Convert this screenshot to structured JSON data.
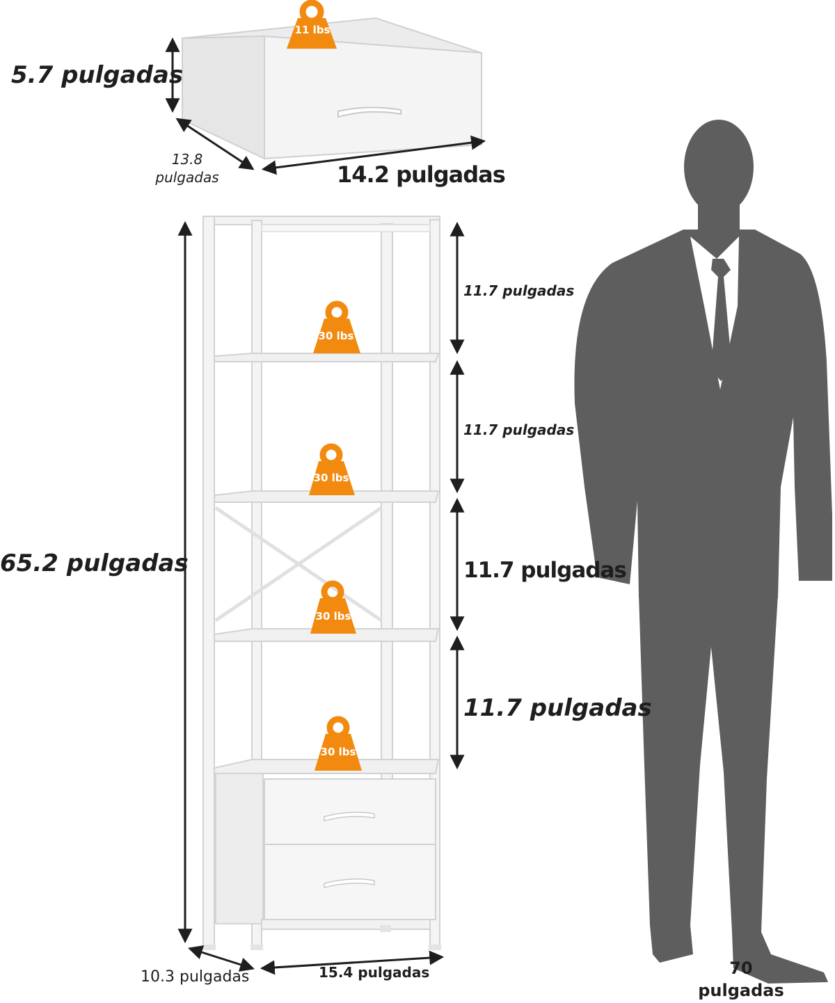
{
  "colors": {
    "weight_badge": "#f28a0f",
    "silhouette": "#5e5e5e",
    "furniture": "#f2f2f2",
    "furniture_edge": "#d2d2d2",
    "arrow": "#1e1e1e"
  },
  "drawer_detail": {
    "height": "5.7 pulgadas",
    "depth_line1": "13.8",
    "depth_line2": "pulgadas",
    "width": "14.2 pulgadas",
    "weight": "11 lbs"
  },
  "shelf_unit": {
    "total_height": "65.2 pulgadas",
    "depth": "10.3 pulgadas",
    "width": "15.4 pulgadas",
    "tiers": [
      {
        "gap": "11.7 pulgadas",
        "weight": "30 lbs"
      },
      {
        "gap": "11.7 pulgadas",
        "weight": "30 lbs"
      },
      {
        "gap": "11.7 pulgadas",
        "weight": "30 lbs"
      },
      {
        "gap": "11.7 pulgadas",
        "weight": "30 lbs"
      }
    ]
  },
  "person": {
    "height_line1": "70",
    "height_line2": "pulgadas",
    "icon": "person-silhouette-icon"
  }
}
